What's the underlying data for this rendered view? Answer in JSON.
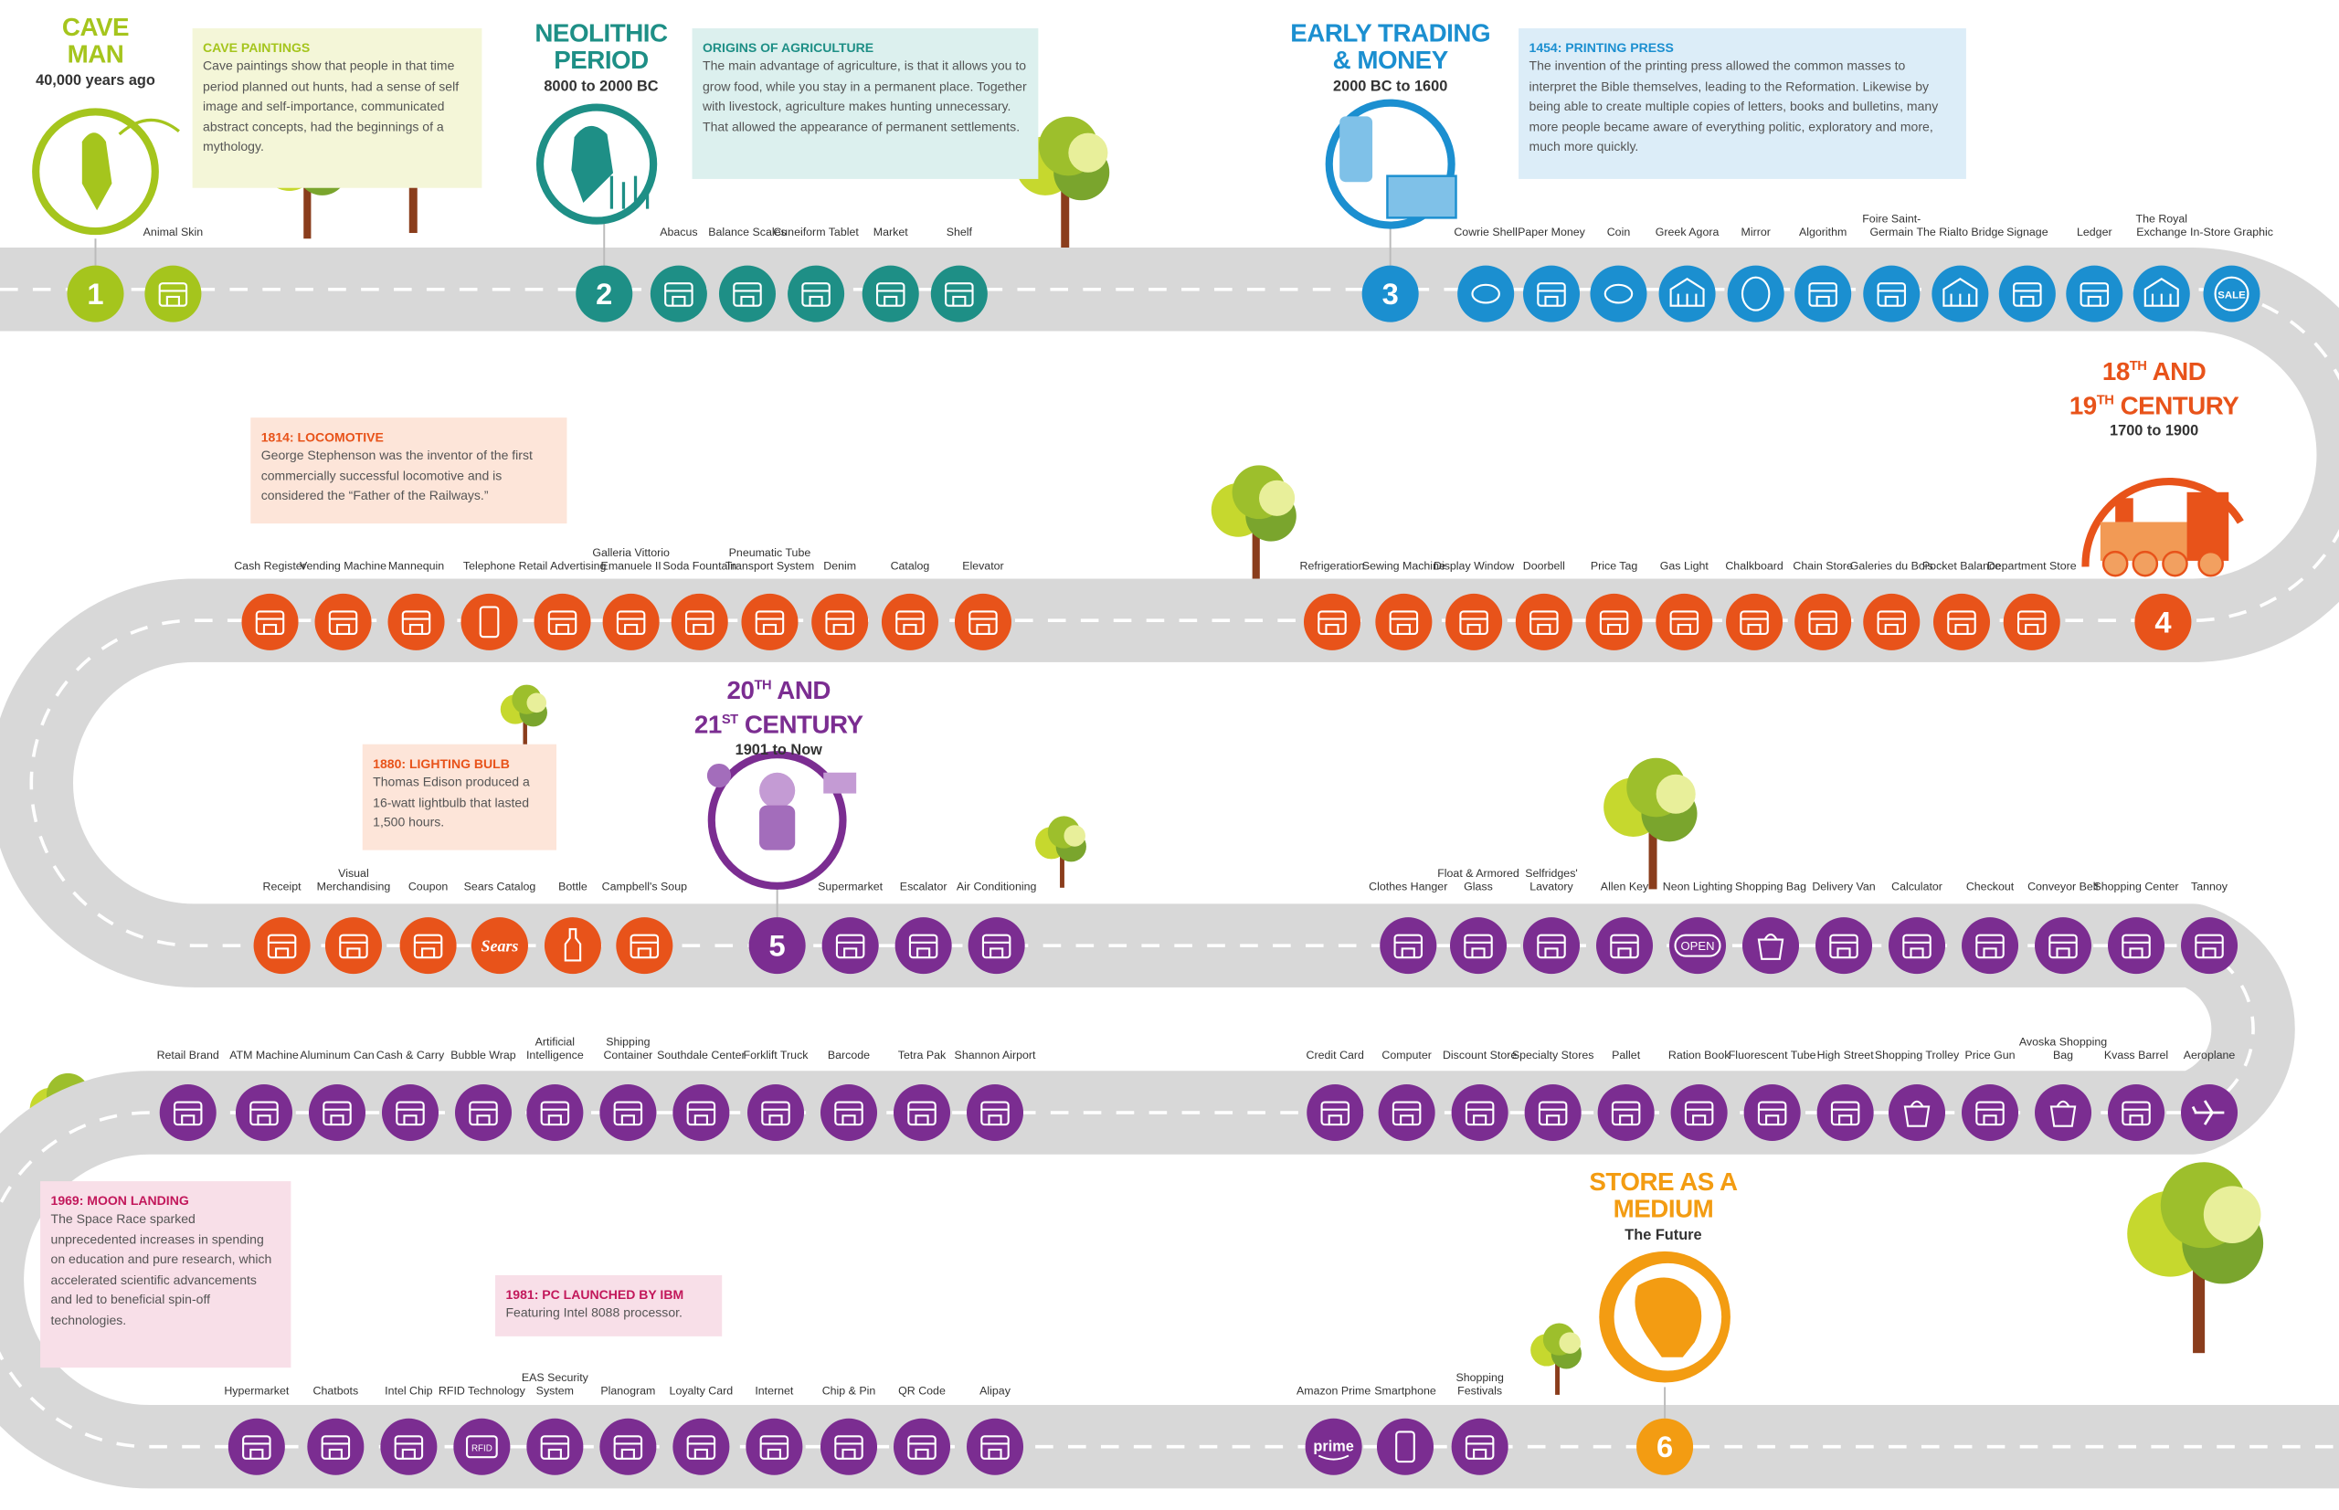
{
  "colors": {
    "era1": "#a5c51d",
    "era2": "#1e8f86",
    "era3": "#1b8fd0",
    "era4": "#e8531a",
    "era5": "#7b2d91",
    "era6": "#f39c12",
    "road": "#d8d8d8"
  },
  "eras": [
    {
      "num": "1",
      "title_lines": [
        "CAVE",
        "MAN"
      ],
      "subtitle": "40,000 years ago"
    },
    {
      "num": "2",
      "title_lines": [
        "NEOLITHIC",
        "PERIOD"
      ],
      "subtitle": "8000 to 2000 BC"
    },
    {
      "num": "3",
      "title_lines": [
        "EARLY TRADING",
        "& MONEY"
      ],
      "subtitle": "2000 BC to 1600"
    },
    {
      "num": "4",
      "title_lines": [
        "18",
        "TH",
        "AND",
        "19",
        "TH",
        "CENTURY"
      ],
      "subtitle": "1700 to 1900"
    },
    {
      "num": "5",
      "title_lines": [
        "20",
        "TH",
        "AND",
        "21",
        "ST",
        "CENTURY"
      ],
      "subtitle": "1901 to Now"
    },
    {
      "num": "6",
      "title_lines": [
        "STORE AS A",
        "MEDIUM"
      ],
      "subtitle": "The Future"
    }
  ],
  "notes": [
    {
      "heading": "CAVE PAINTINGS",
      "text": "Cave paintings show that people in that time period planned out hunts, had a sense of self image and self-importance, communicated abstract concepts, had the beginnings of a mythology."
    },
    {
      "heading": "ORIGINS OF AGRICULTURE",
      "text": "The main advantage of agriculture, is that it allows you to grow food, while you stay in a permanent place. Together with livestock, agriculture makes hunting unnecessary. That allowed the appearance of permanent settlements."
    },
    {
      "heading": "1454: PRINTING PRESS",
      "text": "The invention of the printing press allowed the common masses to interpret the Bible themselves, leading to the Reformation. Likewise by being able to create multiple copies of letters, books and bulletins, many more people became aware of everything politic, exploratory and more, much more quickly."
    },
    {
      "heading": "1814: LOCOMOTIVE",
      "text": "George Stephenson was the inventor of the first commercially successful locomotive and is considered the “Father of the Railways.”"
    },
    {
      "heading": "1880: LIGHTING BULB",
      "text": "Thomas Edison produced a 16-watt lightbulb that lasted 1,500 hours."
    },
    {
      "heading": "1969: MOON LANDING",
      "text": "The Space Race sparked unprecedented increases in spending on education and pure research, which accelerated scientific advancements and led to beneficial spin-off technologies."
    },
    {
      "heading": "1981: PC LAUNCHED BY IBM",
      "text": "Featuring Intel 8088 processor."
    }
  ],
  "row1_items": [
    "Animal Skin",
    "Abacus",
    "Balance Scales",
    "Cuneiform Tablet",
    "Market",
    "Shelf",
    "Cowrie Shell",
    "Paper Money",
    "Coin",
    "Greek Agora",
    "Mirror",
    "Algorithm",
    "Foire Saint-Germain",
    "The Rialto Bridge",
    "Signage",
    "Ledger",
    "The Royal Exchange",
    "In-Store Graphic"
  ],
  "row2_items": [
    "Cash Register",
    "Vending Machine",
    "Mannequin",
    "Telephone",
    "Retail Advertising",
    "Galleria Vittorio Emanuele II",
    "Soda Fountain",
    "Pneumatic Tube Transport System",
    "Denim",
    "Catalog",
    "Elevator",
    "Refrigeration",
    "Sewing Machine",
    "Display Window",
    "Doorbell",
    "Price Tag",
    "Gas Light",
    "Chalkboard",
    "Chain Store",
    "Galeries du Bois",
    "Pocket Balance",
    "Department Store"
  ],
  "row3_items": [
    "Receipt",
    "Visual Merchandising",
    "Coupon",
    "Sears Catalog",
    "Bottle",
    "Campbell's Soup",
    "Supermarket",
    "Escalator",
    "Air Conditioning",
    "Clothes Hanger",
    "Float & Armored Glass",
    "Selfridges' Lavatory",
    "Allen Key",
    "Neon Lighting",
    "Shopping Bag",
    "Delivery Van",
    "Calculator",
    "Checkout",
    "Conveyor Belt",
    "Shopping Center",
    "Tannoy"
  ],
  "row4_items": [
    "Retail Brand",
    "ATM Machine",
    "Aluminum Can",
    "Cash & Carry",
    "Bubble Wrap",
    "Artificial Intelligence",
    "Shipping Container",
    "Southdale Center",
    "Forklift Truck",
    "Barcode",
    "Tetra Pak",
    "Shannon Airport",
    "Credit Card",
    "Computer",
    "Discount Store",
    "Specialty Stores",
    "Pallet",
    "Ration Book",
    "Fluorescent Tube",
    "High Street",
    "Shopping Trolley",
    "Price Gun",
    "Avoska Shopping Bag",
    "Kvass Barrel",
    "Aeroplane"
  ],
  "row5_items": [
    "Hypermarket",
    "Chatbots",
    "Intel Chip",
    "RFID Technology",
    "EAS Security System",
    "Planogram",
    "Loyalty Card",
    "Internet",
    "Chip & Pin",
    "QR Code",
    "Alipay",
    "Amazon Prime",
    "Smartphone",
    "Shopping Festivals"
  ],
  "icon_text": {
    "sale": "SALE",
    "open": "OPEN",
    "sears": "Sears",
    "prime": "prime",
    "rfid": "RFID"
  }
}
